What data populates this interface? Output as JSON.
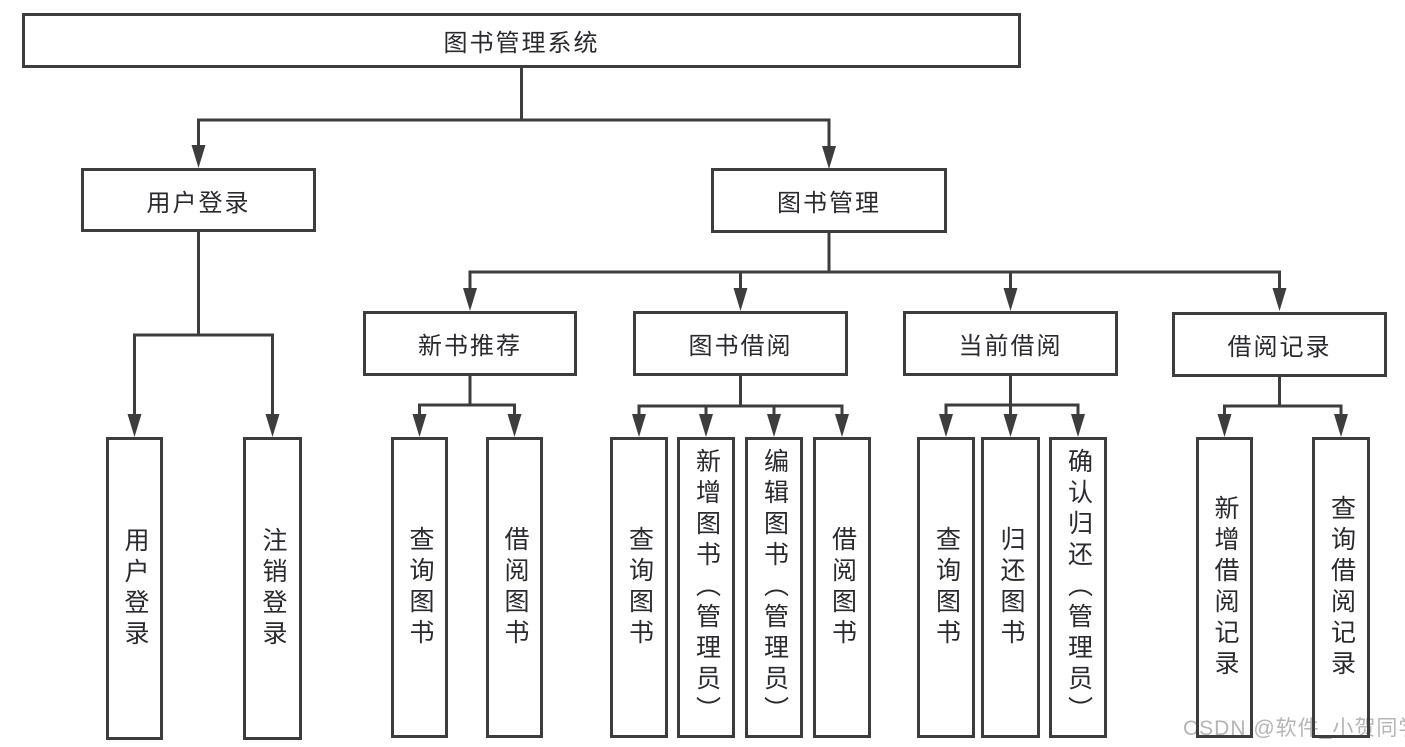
{
  "tree": {
    "label": "图书管理系统",
    "children": [
      {
        "label": "用户登录",
        "children": [
          {
            "label": "用户登录"
          },
          {
            "label": "注销登录"
          }
        ]
      },
      {
        "label": "图书管理",
        "children": [
          {
            "label": "新书推荐",
            "children": [
              {
                "label": "查询图书"
              },
              {
                "label": "借阅图书"
              }
            ]
          },
          {
            "label": "图书借阅",
            "children": [
              {
                "label": "查询图书"
              },
              {
                "label": "新增图书（管理员）"
              },
              {
                "label": "编辑图书（管理员）"
              },
              {
                "label": "借阅图书"
              }
            ]
          },
          {
            "label": "当前借阅",
            "children": [
              {
                "label": "查询图书"
              },
              {
                "label": "归还图书"
              },
              {
                "label": "确认归还（管理员）"
              }
            ]
          },
          {
            "label": "借阅记录",
            "children": [
              {
                "label": "新增借阅记录"
              },
              {
                "label": "查询借阅记录"
              }
            ]
          }
        ]
      }
    ]
  },
  "watermark": {
    "text": "CSDN @软件_小贺同学"
  },
  "colors": {
    "line": "#3d3d3d",
    "text": "#2a2a2e",
    "watermark": "#b5b5b5",
    "box_bg": "#ffffff"
  }
}
